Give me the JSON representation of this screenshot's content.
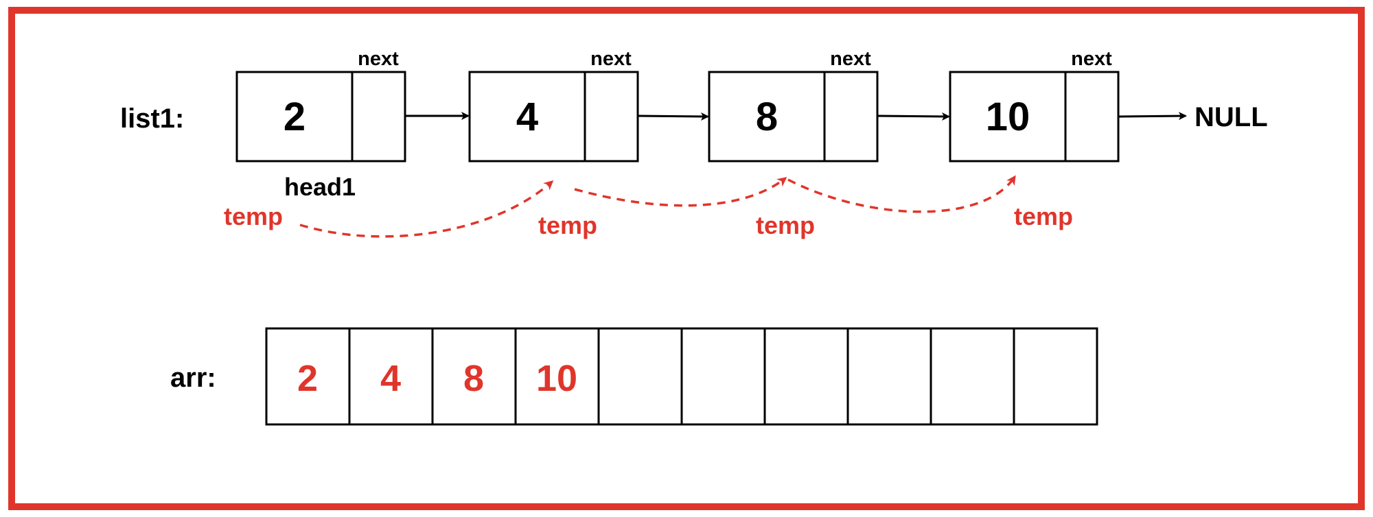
{
  "frame_color": "#e0352b",
  "ink_color": "#000000",
  "accent_color": "#e0352b",
  "list": {
    "label": "list1:",
    "head_label": "head1",
    "next_label": "next",
    "end_label": "NULL",
    "nodes": [
      {
        "value": "2"
      },
      {
        "value": "4"
      },
      {
        "value": "8"
      },
      {
        "value": "10"
      }
    ]
  },
  "pointer": {
    "label": "temp",
    "positions": [
      "temp",
      "temp",
      "temp",
      "temp"
    ]
  },
  "array": {
    "label": "arr:",
    "cells": [
      "2",
      "4",
      "8",
      "10",
      "",
      "",
      "",
      "",
      "",
      ""
    ]
  }
}
